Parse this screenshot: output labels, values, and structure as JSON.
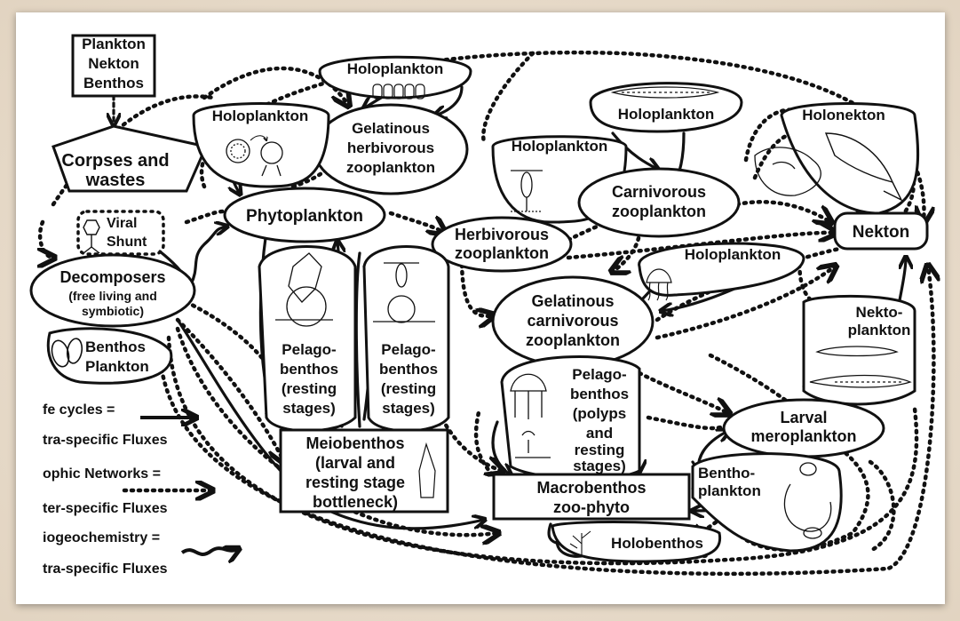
{
  "nodes": {
    "plankton_nekton_benthos": [
      "Plankton",
      "Nekton",
      "Benthos"
    ],
    "corpses_wastes": [
      "Corpses and",
      "wastes"
    ],
    "viral_shunt": [
      "Viral",
      "Shunt"
    ],
    "decomposers": [
      "Decomposers",
      "(free living and",
      "symbiotic)"
    ],
    "benthos_plankton": [
      "Benthos",
      "Plankton"
    ],
    "holoplankton_gel": "Holoplankton",
    "gel_herbivorous": [
      "Gelatinous",
      "herbivorous",
      "zooplankton"
    ],
    "holoplankton_phyto": "Holoplankton",
    "phytoplankton": "Phytoplankton",
    "holoplankton_herb": "Holoplankton",
    "herbivorous": [
      "Herbivorous",
      "zooplankton"
    ],
    "holoplankton_carn": "Holoplankton",
    "carnivorous": [
      "Carnivorous",
      "zooplankton"
    ],
    "holonekton": "Holonekton",
    "nekton": "Nekton",
    "holoplankton_gelcarn": "Holoplankton",
    "gel_carnivorous": [
      "Gelatinous",
      "carnivorous",
      "zooplankton"
    ],
    "pelago1": [
      "Pelago-",
      "benthos",
      "(resting",
      "stages)"
    ],
    "pelago2": [
      "Pelago-",
      "benthos",
      "(resting",
      "stages)"
    ],
    "pelago3": [
      "Pelago-",
      "benthos",
      "(polyps",
      "and",
      "resting",
      "stages)"
    ],
    "nektoplankton": [
      "Nekto-",
      "plankton"
    ],
    "larval": [
      "Larval",
      "meroplankton"
    ],
    "meiobenthos": [
      "Meiobenthos",
      "(larval and",
      "resting stage",
      "bottleneck)"
    ],
    "macrobenthos": [
      "Macrobenthos",
      "zoo-phyto"
    ],
    "benthoplankton": [
      "Bentho-",
      "plankton"
    ],
    "holobenthos": "Holobenthos"
  },
  "legend": {
    "life_cycles": "fe cycles =",
    "intra_specific_1": "tra-specific Fluxes",
    "trophic": "ophic Networks =",
    "inter_specific": "ter-specific Fluxes",
    "biogeochemistry": "iogeochemistry =",
    "intra_specific_2": "tra-specific Fluxes"
  }
}
